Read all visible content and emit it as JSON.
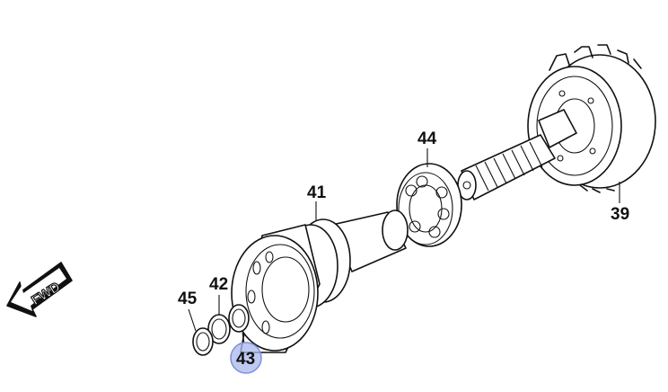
{
  "diagram": {
    "fwd_label": "FWD",
    "callouts": {
      "c39": "39",
      "c41": "41",
      "c42": "42",
      "c43": "43",
      "c44": "44",
      "c45": "45"
    },
    "highlighted_part": "43",
    "highlight_color": "#a9b8ee"
  }
}
